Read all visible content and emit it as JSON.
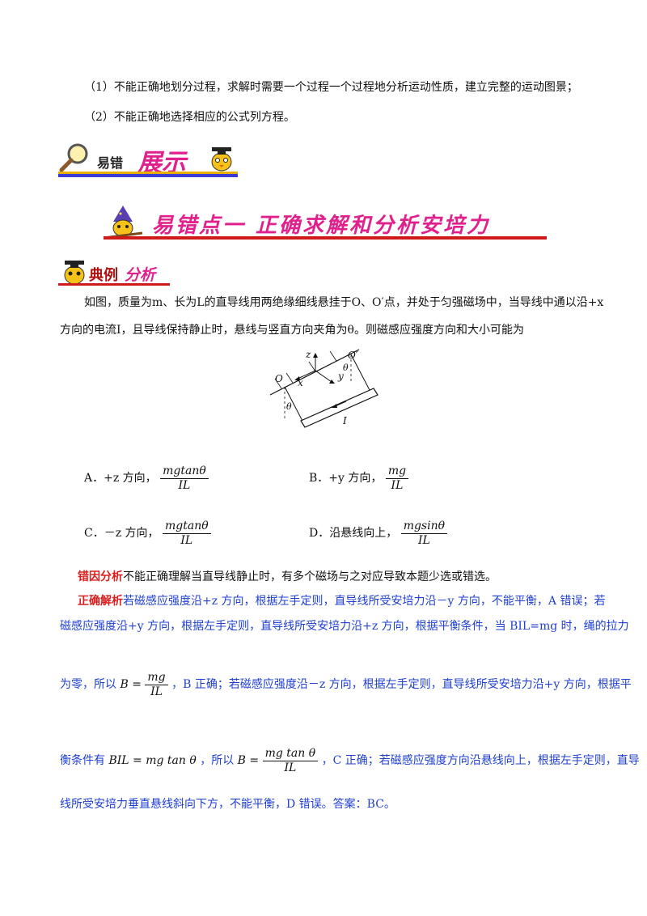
{
  "notes": {
    "item1": "（1）不能正确地划分过程，求解时需要一个过程一个过程地分析运动性质，建立完整的运动图景；",
    "item2": "（2）不能正确地选择相应的公式列方程。"
  },
  "banner_show": {
    "part1": "易错",
    "part2": "展示"
  },
  "banner_point": {
    "title": "易错点一  正确求解和分析安培力"
  },
  "banner_example": {
    "part1": "典例",
    "part2": "分析"
  },
  "question": {
    "line1": "如图，质量为m、长为L的直导线用两绝缘细线悬挂于O、O′点，并处于匀强磁场中，当导线中通以沿+x",
    "line2": "方向的电流I，且导线保持静止时，悬线与竖直方向夹角为θ。则磁感应强度方向和大小可能为"
  },
  "figure": {
    "label_z": "z",
    "label_O_prime": "O′",
    "label_theta_top": "θ",
    "label_O": "O",
    "label_x": "x",
    "label_y": "y",
    "label_theta_bottom": "θ",
    "label_I": "I"
  },
  "options": {
    "A": {
      "label": "A．+z 方向，",
      "num": "mgtanθ",
      "den": "IL"
    },
    "B": {
      "label": "B．+y 方向，",
      "num": "mg",
      "den": "IL"
    },
    "C": {
      "label": "C．－z 方向，",
      "num": "mgtanθ",
      "den": "IL"
    },
    "D": {
      "label": "D．沿悬线向上，",
      "num": "mgsinθ",
      "den": "IL"
    }
  },
  "error_analysis": {
    "label": "错因分析",
    "text": "不能正确理解当直导线静止时，有多个磁场与之对应导致本题少选或错选。"
  },
  "solution": {
    "label": "正确解析",
    "line1": "若磁感应强度沿+z 方向，根据左手定则，直导线所受安培力沿－y 方向，不能平衡，A 错误；若",
    "line2": "磁感应强度沿+y 方向，根据左手定则，直导线所受安培力沿+z 方向，根据平衡条件，当 BIL=mg 时，绳的拉力",
    "line3_pre": "为零，所以",
    "line3_eq": "B =",
    "line3_num": "mg",
    "line3_den": "IL",
    "line3_post": "，B 正确；若磁感应强度沿－z 方向，根据左手定则，直导线所受安培力沿+y 方向，根据平",
    "line4_pre": "衡条件有",
    "line4_eq1": "BIL = mg tan θ",
    "line4_mid": "，所以",
    "line4_eq2": "B =",
    "line4_num": "mg tan θ",
    "line4_den": "IL",
    "line4_post": "，C 正确；若磁感应强度方向沿悬线向上，根据左手定则，直导",
    "line5": "线所受安培力垂直悬线斜向下方，不能平衡，D 错误。答案：BC。"
  }
}
